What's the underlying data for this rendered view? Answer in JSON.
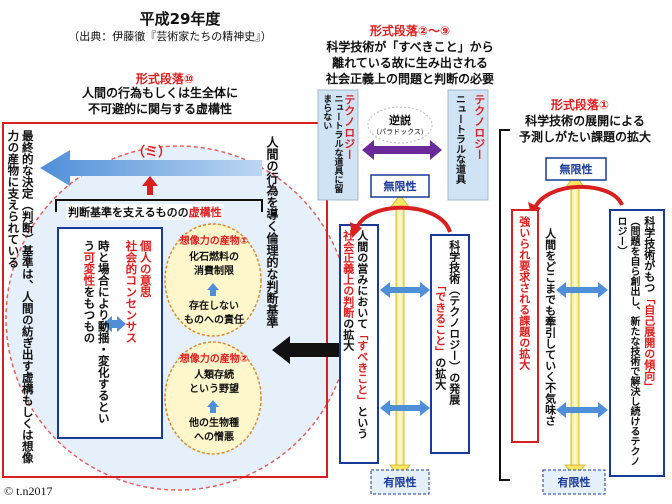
{
  "header": {
    "title": "平成29年度",
    "source": "（出典：伊藤徹『芸術家たちの精神史』）"
  },
  "copyright": "© t.n2017",
  "left_section": {
    "heading": "形式段落⑩",
    "subtitle_line1": "人間の行為もしくは生全体に",
    "subtitle_line2": "不可避的に関与する虚構性",
    "final_decision": "最終的な決定（判断）基準は、人間の紡ぎ出す虚構もしくは想像力の産物に支えられている",
    "mi_label": "（ミ）",
    "support_prefix": "判断基準を支えるものの",
    "support_em": "虚構性",
    "individual_part1": "個人の意思",
    "individual_part2": "社会的コンセンサス",
    "time_part1": "時と場合により動揺・変化するという",
    "time_em": "可変性",
    "time_part2": "をもつもの",
    "product1_title": "想像力の産物①",
    "product1_line1": "化石燃料の",
    "product1_line2": "消費制限",
    "product1_line3": "存在しない",
    "product1_line4": "ものへの責任",
    "product2_title": "想像力の産物②",
    "product2_line1": "人類存続",
    "product2_line2": "という野望",
    "product2_line3": "他の生物種",
    "product2_line4": "への憎悪",
    "ethics": "人間の行為を導く倫理的な判断基準"
  },
  "middle_section": {
    "heading": "形式段落②～⑨",
    "line1": "科学技術が「すべきこと」から",
    "line2": "離れている故に生み出される",
    "line3": "社会正義上の問題と判断の必要",
    "tech_label_left": "テクノロジー",
    "neutral_left": "ニュートラルな道具に留まらない",
    "paradox": "逆説",
    "paradox_sub": "（パラドックス）",
    "tech_label_right": "テクノロジー",
    "neutral_right": "ニュートラルな道具",
    "infinite": "無限性",
    "finite": "有限性",
    "human_part1": "人間の営みにおいて",
    "human_em": "「すべきこと」",
    "human_part2": "という",
    "justice_part1": "社会正義上の判断",
    "justice_part2": "の拡大",
    "sci_part1": "科学技術（テクノロジー）の発展",
    "sci_em": "「できること」",
    "sci_part2": "の拡大"
  },
  "right_section": {
    "heading": "形式段落①",
    "line1": "科学技術の展開による",
    "line2": "予測しがたい課題の拡大",
    "infinite": "無限性",
    "finite": "有限性",
    "human_text": "人間をどこまでも牽引していく不気味さ",
    "forced_issues": "強いられ要求される課題の拡大",
    "tendency_prefix": "科学技術がもつ",
    "tendency_em": "「自己展開の傾向」",
    "tendency_sub": "（問題を自ら創出し、新たな技術で解決し続けるテクノロジー）"
  }
}
